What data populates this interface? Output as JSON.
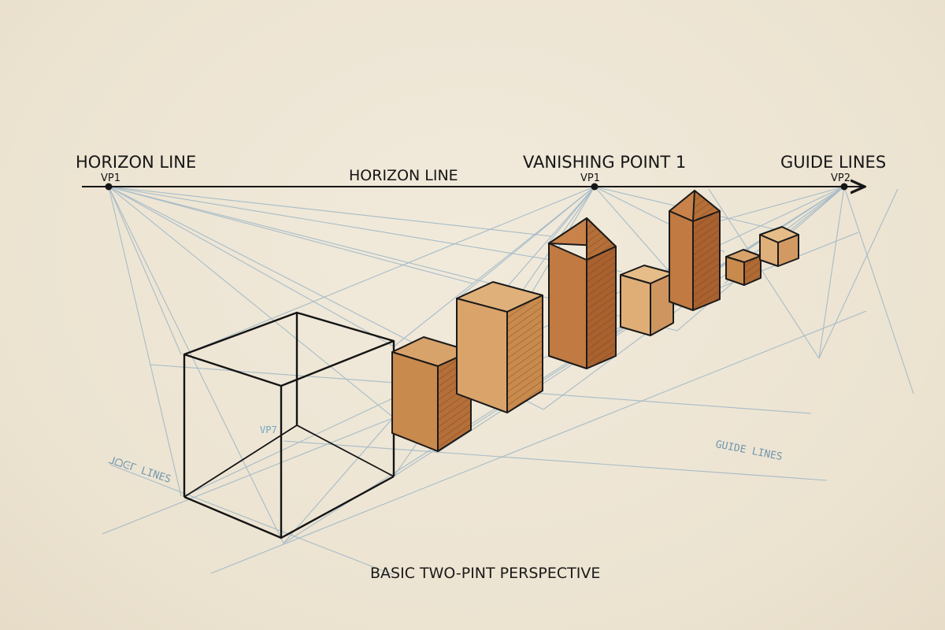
{
  "labels": {
    "horizon_left": "HORIZON LINE",
    "horizon_center": "HORIZON LINE",
    "vanishing_point_1": "VANISHING POINT 1",
    "guide_lines_top": "GUIDE LINES",
    "vp1_left": "VP1",
    "vp1_center": "VP1",
    "vp2_right": "VP2",
    "guide_lines_lower_right": "GUIDE LINES",
    "guide_lines_lower_left": "ᒧᗝᕮᒥ LINES",
    "cube_inner_label": "VP7",
    "title": "BASIC TWO-PINT PERSPECTIVE"
  },
  "colors": {
    "paper": "#efe7d7",
    "ink": "#161616",
    "guide": "#9bb5c6",
    "block_light": "#d8a36a",
    "block_mid": "#c98a4e",
    "block_dark": "#b56f38"
  }
}
